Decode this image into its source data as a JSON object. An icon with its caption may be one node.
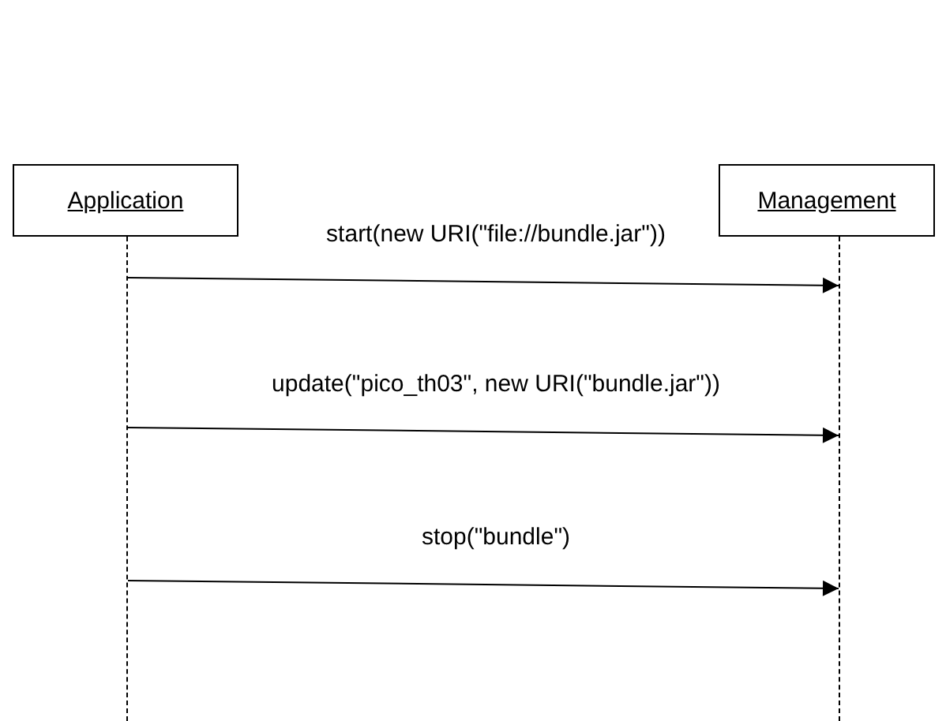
{
  "diagram": {
    "nodes": [
      {
        "text": [
          "Application"
        ]
      },
      {
        "text": [
          "Management"
        ]
      },
      {
        "text": [],
        "shape": "lifeline"
      },
      {
        "text": [],
        "shape": "lifeline"
      }
    ],
    "edges": [
      {
        "from": 2,
        "to": 3,
        "arrow": "to",
        "label": "start(new URI(\"file://bundle.jar\"))"
      },
      {
        "from": 2,
        "to": 3,
        "arrow": "to",
        "label": "update(\"pico_th03\", new URI(\"bundle.jar\"))"
      },
      {
        "from": 2,
        "to": 3,
        "arrow": "to",
        "label": "stop(\"bundle\")"
      }
    ]
  }
}
